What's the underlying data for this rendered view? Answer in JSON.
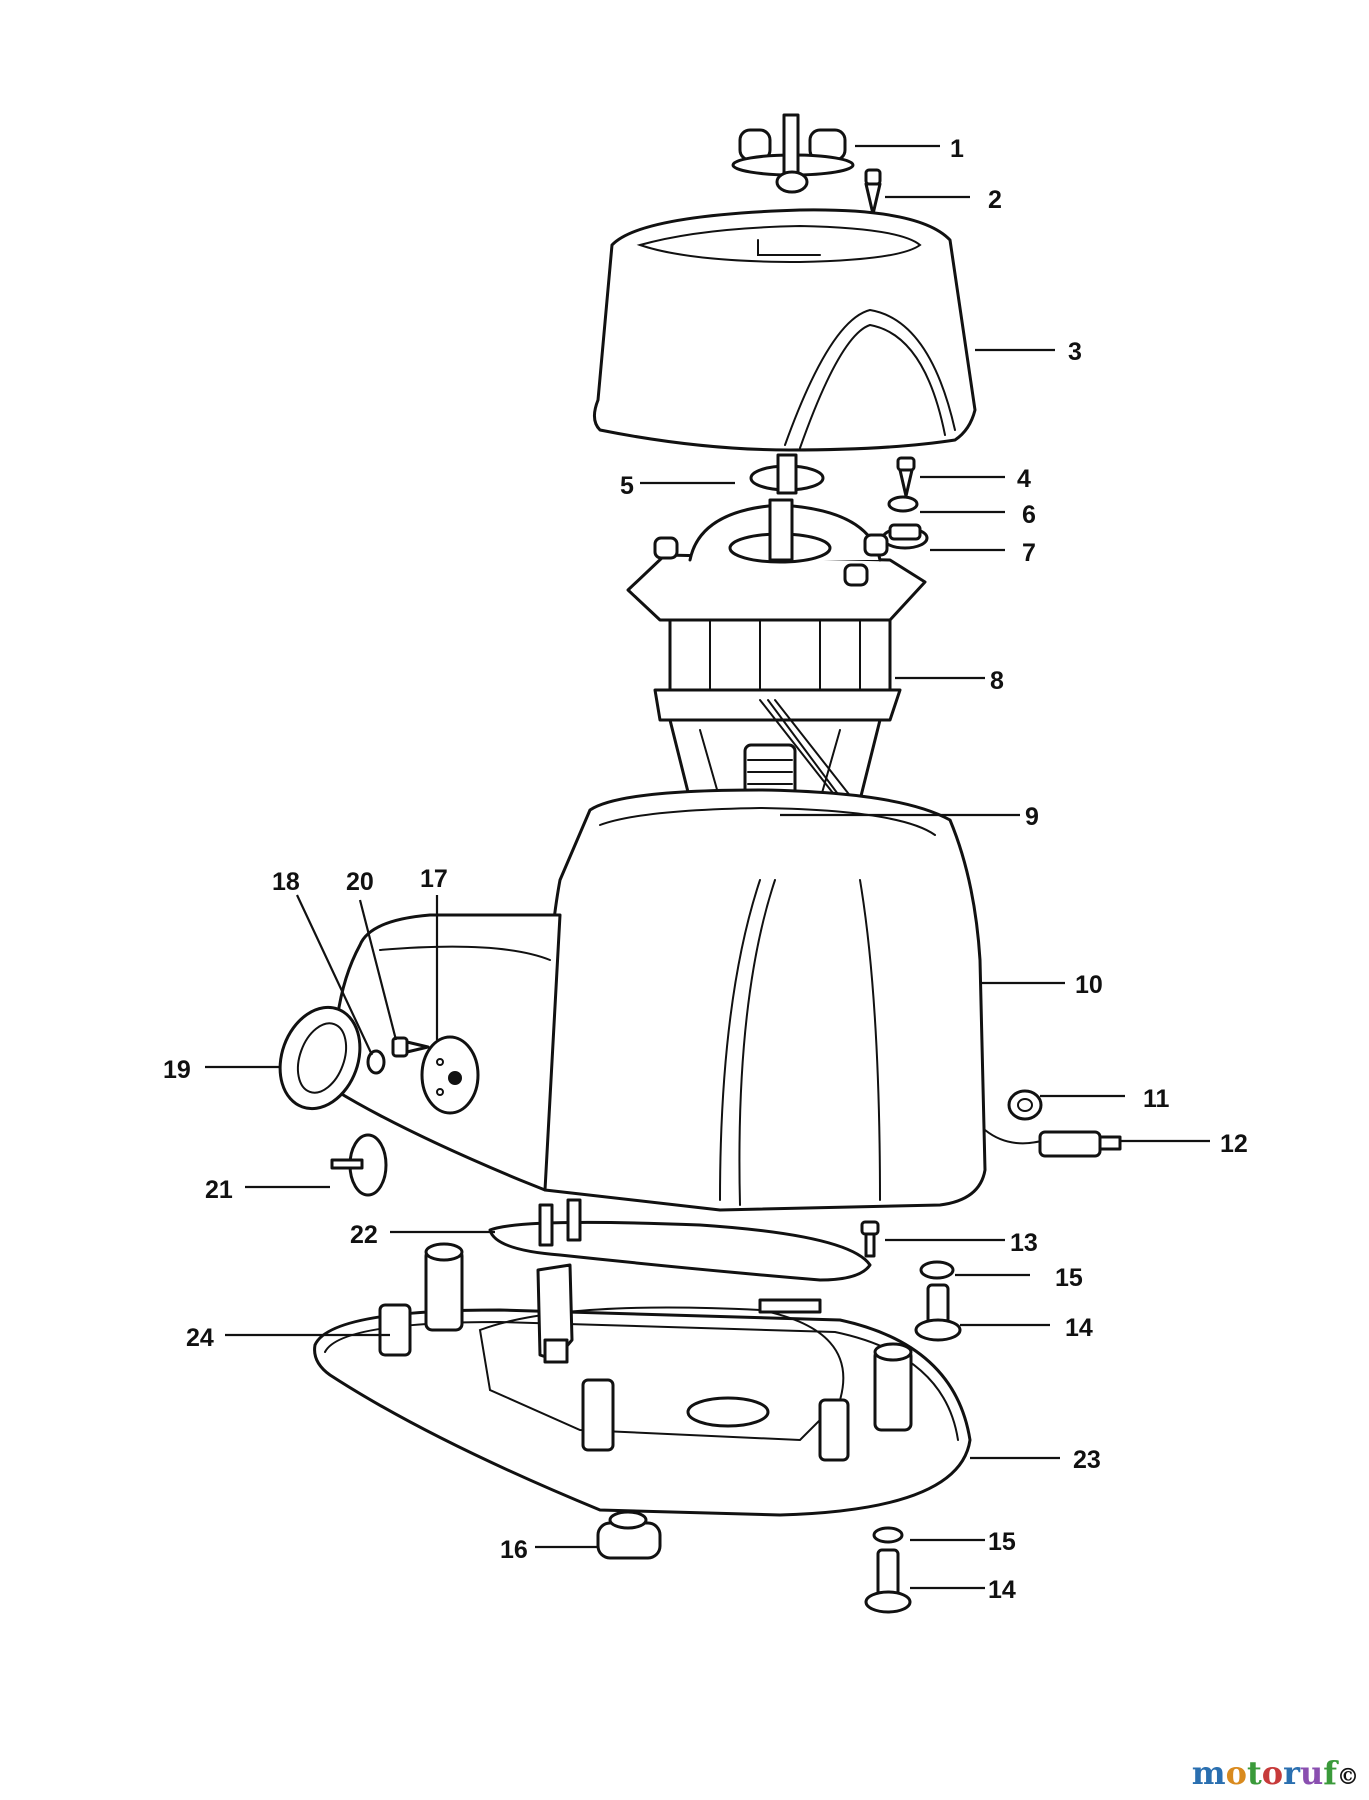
{
  "callouts": [
    "1",
    "2",
    "3",
    "4",
    "5",
    "6",
    "7",
    "8",
    "9",
    "10",
    "11",
    "12",
    "13",
    "14",
    "15",
    "16",
    "17",
    "18",
    "19",
    "20",
    "21",
    "22",
    "23",
    "24"
  ],
  "callout_extra": {
    "15b": "15",
    "14b": "14"
  },
  "watermark": {
    "text": "motoruf",
    "letters": [
      {
        "ch": "m",
        "color": "#2a6fb0"
      },
      {
        "ch": "o",
        "color": "#d98a1e"
      },
      {
        "ch": "t",
        "color": "#3a9a3a"
      },
      {
        "ch": "o",
        "color": "#c73a3a"
      },
      {
        "ch": "r",
        "color": "#2a6fb0"
      },
      {
        "ch": "u",
        "color": "#8a4fb0"
      },
      {
        "ch": "f",
        "color": "#3a9a3a"
      }
    ],
    "copyright": "©"
  },
  "colors": {
    "line": "#111111",
    "background": "#ffffff"
  }
}
